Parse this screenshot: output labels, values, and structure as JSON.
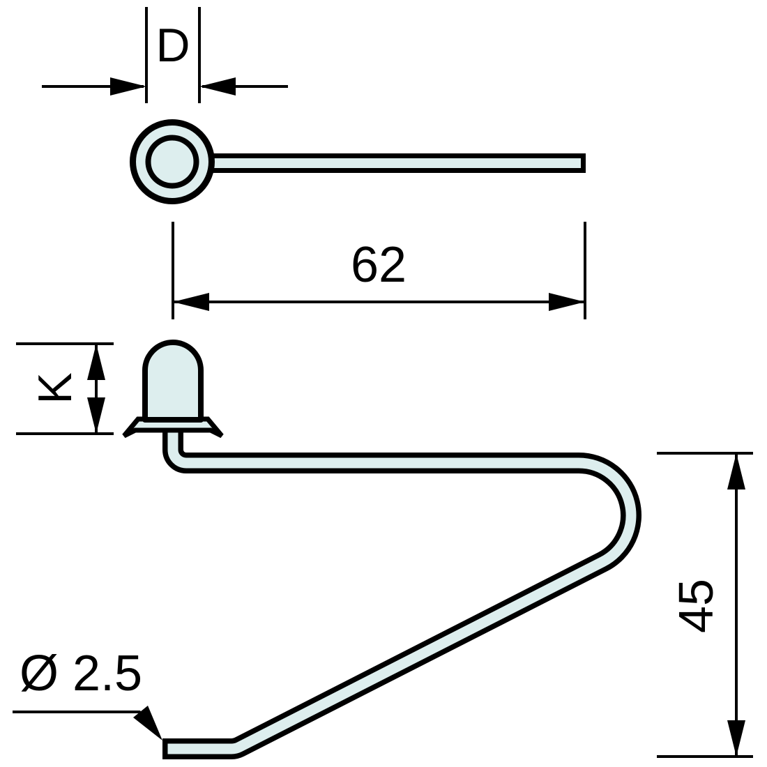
{
  "drawing": {
    "description": "Two-view technical drawing of a dome-head pin wire hook",
    "views": {
      "top_view_name": "pin top view (head with shaft)",
      "side_view_name": "hook side view (dome cap with bent wire)"
    },
    "dimensions": {
      "head_diameter": {
        "label": "D"
      },
      "shaft_length": {
        "label": "62"
      },
      "cap_height": {
        "label": "K"
      },
      "hook_depth": {
        "label": "45"
      },
      "wire_diameter": {
        "label": "Ø 2.5"
      }
    },
    "colors": {
      "part_fill": "#ddeeee",
      "line": "#000000",
      "background": "#ffffff"
    }
  }
}
